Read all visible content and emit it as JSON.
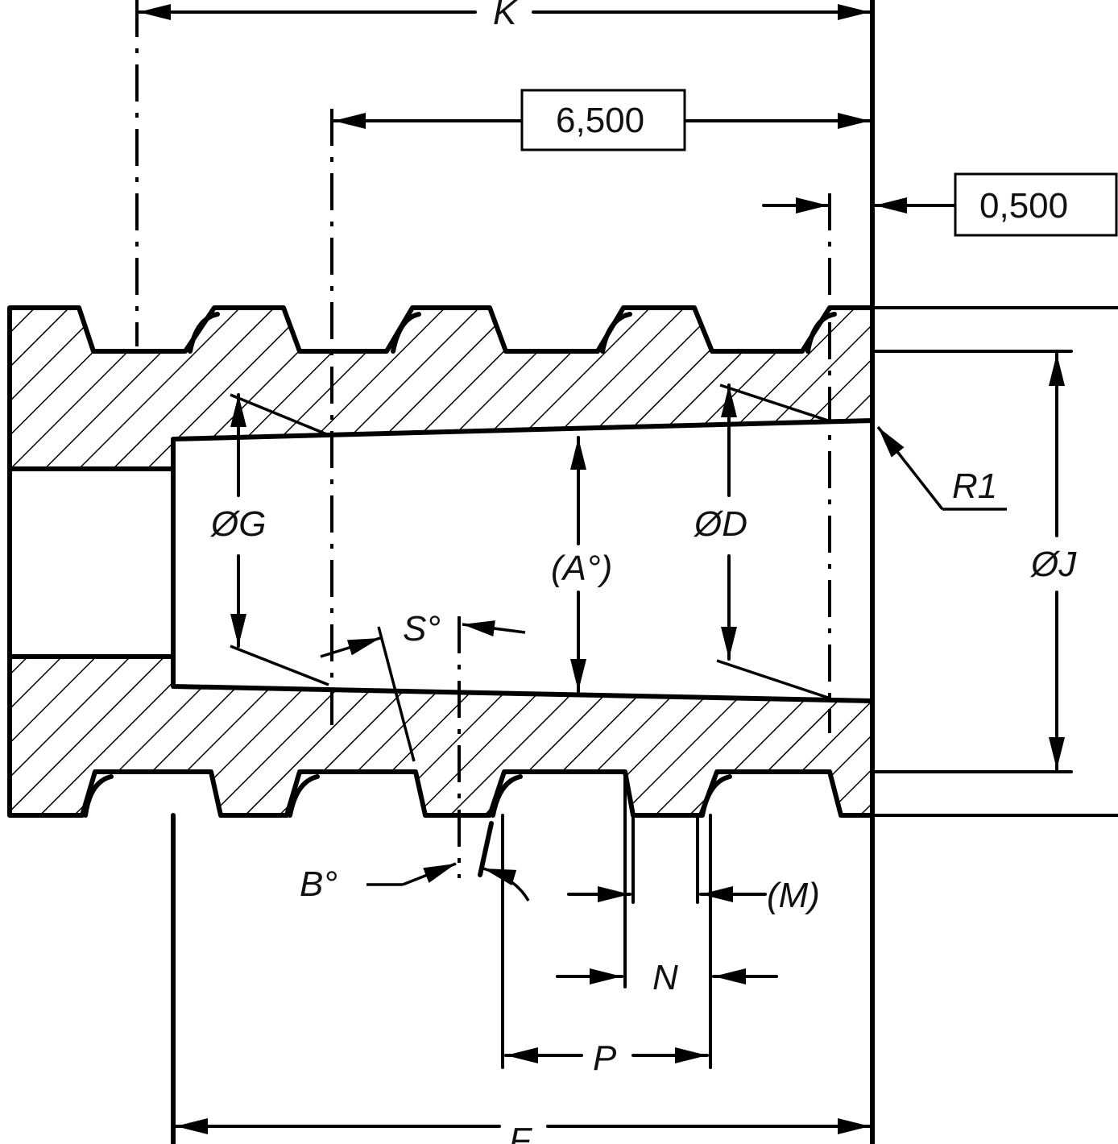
{
  "labels": {
    "K": "K",
    "G": "ØG",
    "A": "(A°)",
    "D": "ØD",
    "J": "ØJ",
    "R1": "R1",
    "S": "S°",
    "B": "B°",
    "M": "(M)",
    "N": "N",
    "P": "P",
    "F": "F"
  },
  "boxed_dimensions": {
    "length": "6,500",
    "offset": "0,500"
  },
  "icons": {
    "arrowhead": "arrowhead-icon",
    "hatching": "section-hatch"
  }
}
